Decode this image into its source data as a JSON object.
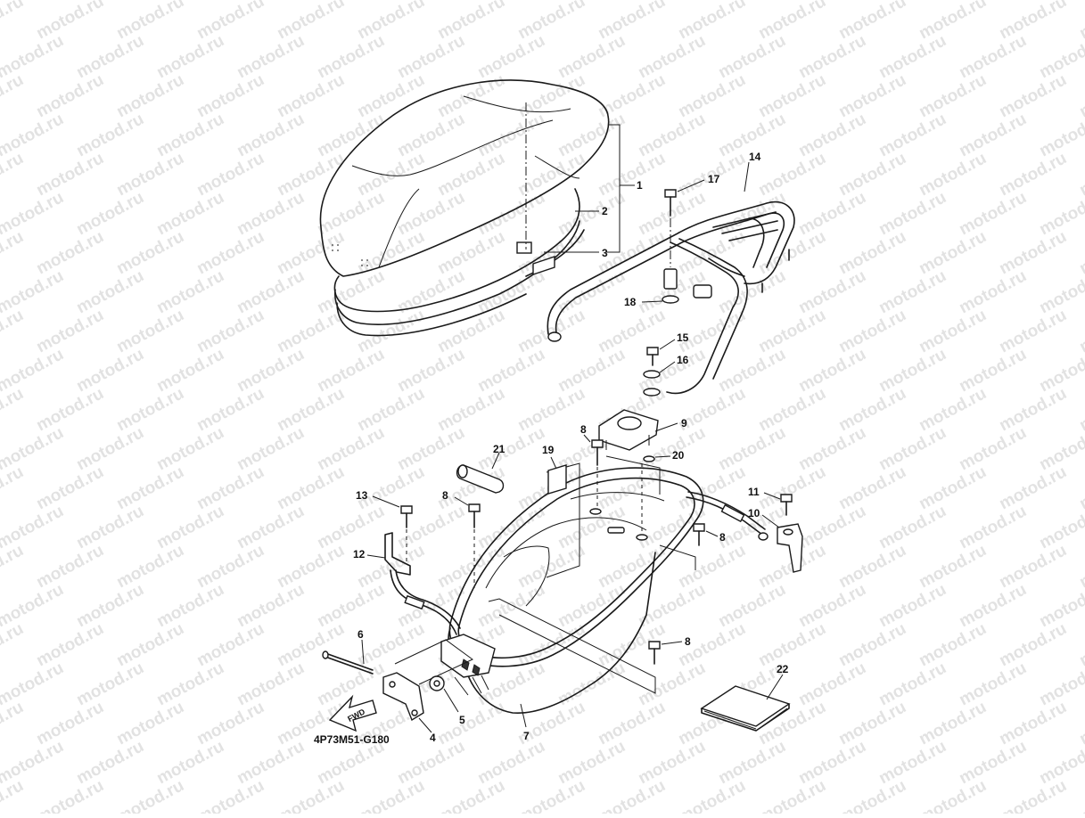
{
  "diagram": {
    "code": "4P73M51-G180",
    "fwd_label": "FWD",
    "watermark": "motod.ru",
    "callouts": [
      {
        "id": "c1",
        "text": "1"
      },
      {
        "id": "c2",
        "text": "2"
      },
      {
        "id": "c3",
        "text": "3"
      },
      {
        "id": "c4",
        "text": "4"
      },
      {
        "id": "c5",
        "text": "5"
      },
      {
        "id": "c6",
        "text": "6"
      },
      {
        "id": "c7",
        "text": "7"
      },
      {
        "id": "c8a",
        "text": "8"
      },
      {
        "id": "c8b",
        "text": "8"
      },
      {
        "id": "c8c",
        "text": "8"
      },
      {
        "id": "c8d",
        "text": "8"
      },
      {
        "id": "c9",
        "text": "9"
      },
      {
        "id": "c10",
        "text": "10"
      },
      {
        "id": "c11",
        "text": "11"
      },
      {
        "id": "c12",
        "text": "12"
      },
      {
        "id": "c13",
        "text": "13"
      },
      {
        "id": "c14",
        "text": "14"
      },
      {
        "id": "c15",
        "text": "15"
      },
      {
        "id": "c16",
        "text": "16"
      },
      {
        "id": "c17",
        "text": "17"
      },
      {
        "id": "c18",
        "text": "18"
      },
      {
        "id": "c19",
        "text": "19"
      },
      {
        "id": "c20",
        "text": "20"
      },
      {
        "id": "c21",
        "text": "21"
      },
      {
        "id": "c22",
        "text": "22"
      }
    ]
  }
}
